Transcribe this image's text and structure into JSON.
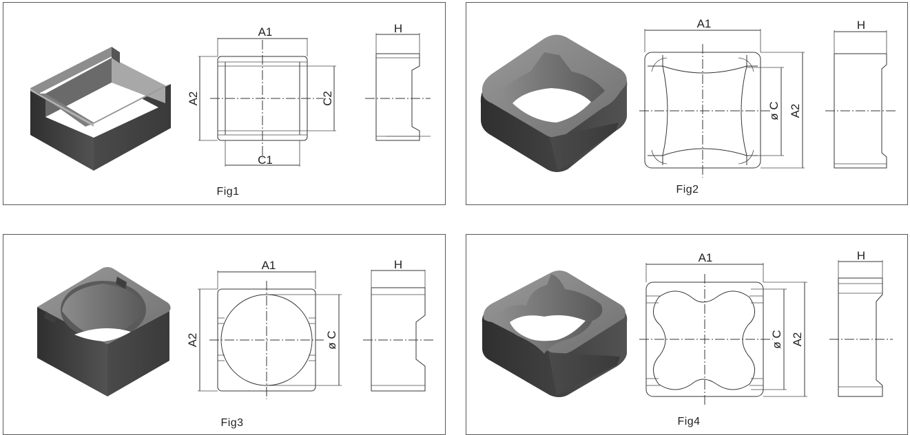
{
  "figures": [
    {
      "caption": "Fig1",
      "dims": {
        "a1": "A1",
        "a2": "A2",
        "c1": "C1",
        "c2": "C2",
        "h": "H"
      }
    },
    {
      "caption": "Fig2",
      "dims": {
        "a1": "A1",
        "a2": "A2",
        "c": "ø C",
        "h": "H"
      }
    },
    {
      "caption": "Fig3",
      "dims": {
        "a1": "A1",
        "a2": "A2",
        "c": "ø C",
        "h": "H"
      }
    },
    {
      "caption": "Fig4",
      "dims": {
        "a1": "A1",
        "a2": "A2",
        "c": "ø C",
        "h": "H"
      }
    }
  ]
}
